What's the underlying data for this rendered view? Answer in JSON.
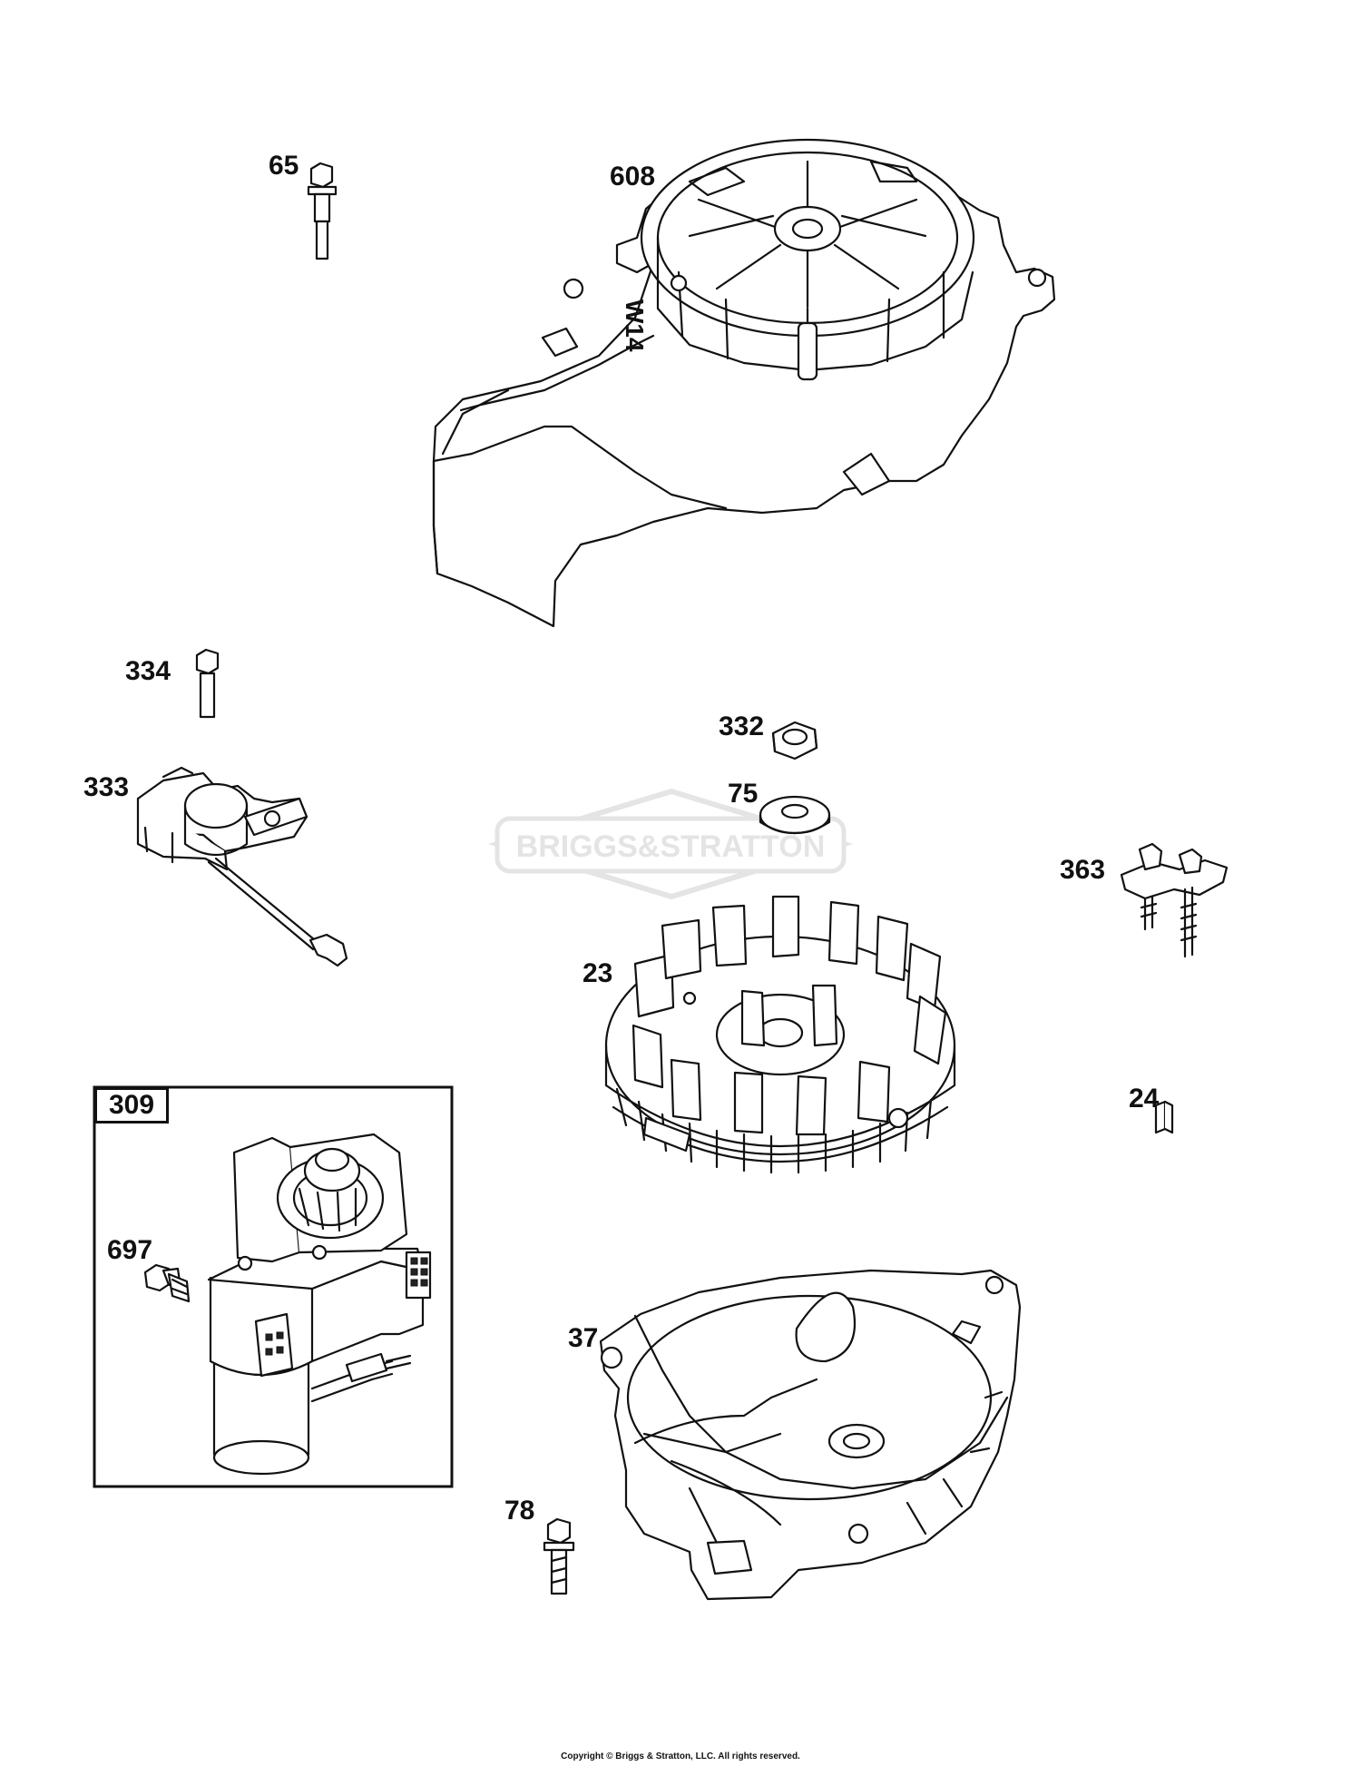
{
  "labels": {
    "p65": "65",
    "p608": "608",
    "p334": "334",
    "p332": "332",
    "p75": "75",
    "p333": "333",
    "p363": "363",
    "p23": "23",
    "p24": "24",
    "p309": "309",
    "p697": "697",
    "p37": "37",
    "p78": "78"
  },
  "housing_mark": "W14",
  "watermark": "BRIGGS&STRATTON",
  "copyright": "Copyright © Briggs & Stratton, LLC. All rights reserved."
}
